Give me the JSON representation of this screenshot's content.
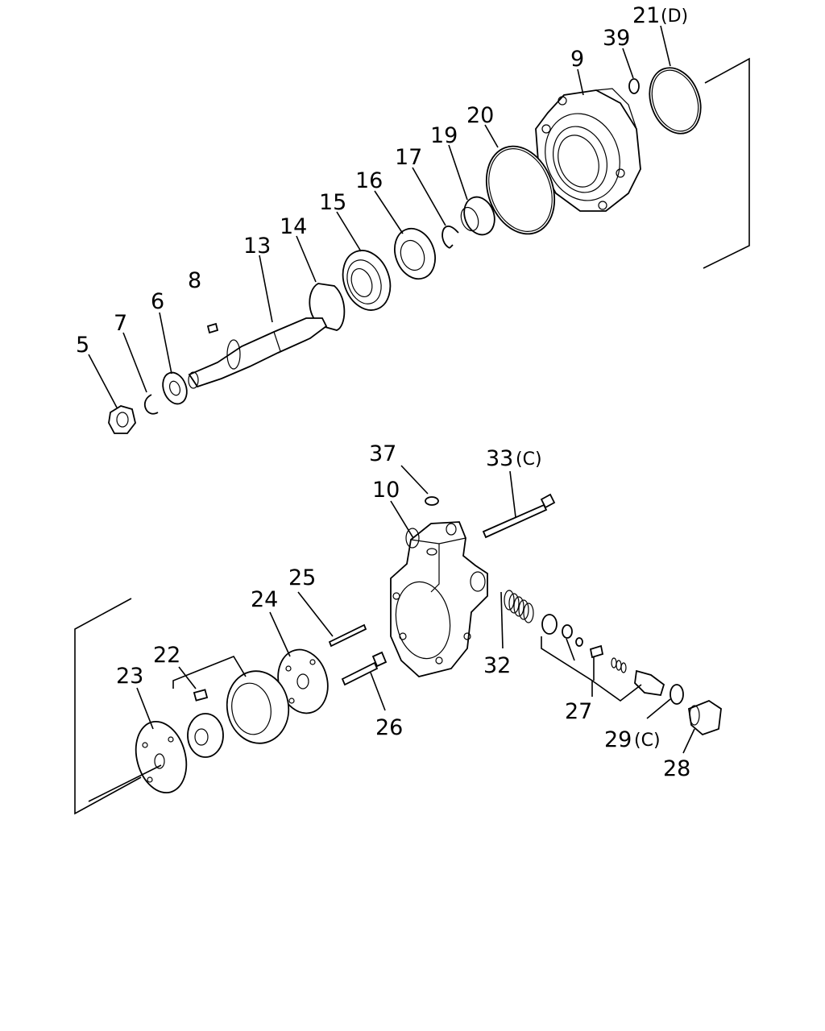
{
  "callouts": {
    "p5": "5",
    "p7": "7",
    "p6": "6",
    "p8": "8",
    "p13": "13",
    "p14": "14",
    "p15": "15",
    "p16": "16",
    "p17": "17",
    "p19": "19",
    "p20": "20",
    "p9": "9",
    "p39": "39",
    "p21": "21",
    "p21_suffix": "(D)",
    "p37": "37",
    "p10": "10",
    "p33": "33",
    "p33_suffix": "(C)",
    "p25": "25",
    "p24": "24",
    "p22": "22",
    "p23": "23",
    "p26": "26",
    "p32": "32",
    "p27": "27",
    "p29": "29",
    "p29_suffix": "(C)",
    "p28": "28"
  }
}
